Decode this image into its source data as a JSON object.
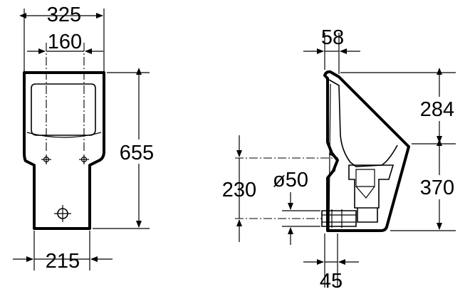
{
  "front_view": {
    "dim_overall_width": "325",
    "dim_inlet_spacing": "160",
    "dim_height": "655",
    "dim_base_width": "215"
  },
  "side_view": {
    "dim_top_depth": "58",
    "dim_upper_height": "284",
    "dim_lower_height": "370",
    "dim_inlet_height": "230",
    "dim_outlet_diameter": "ø50",
    "dim_outlet_offset": "45"
  }
}
